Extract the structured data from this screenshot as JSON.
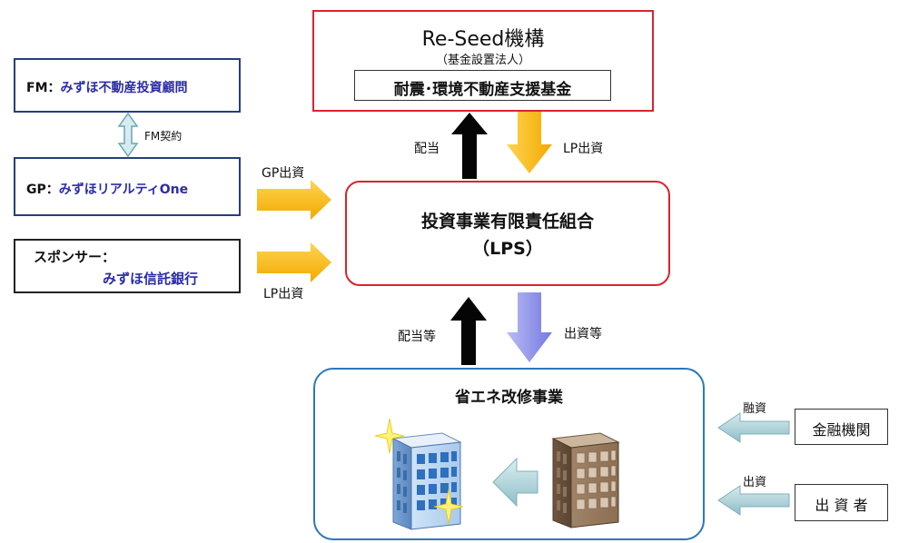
{
  "colors": {
    "red_border": "#d9242b",
    "navy_border": "#283d7a",
    "blue_border": "#2d77b8",
    "dark_border": "#222222",
    "company_text": "#2b2ca8",
    "orange_arrow": "#f7b500",
    "purple_arrow": "#8488e6",
    "teal_arrow": "#9bc7cf"
  },
  "reseed": {
    "title": "Re-Seed機構",
    "subtitle": "（基金設置法人）",
    "fund": "耐震･環境不動産支援基金"
  },
  "fm": {
    "prefix": "FM：",
    "name": "みずほ不動産投資顧問"
  },
  "fm_contract": "FM契約",
  "gp": {
    "prefix": "GP：",
    "name": "みずほリアルティOne"
  },
  "sponsor": {
    "label": "スポンサー：",
    "name": "みずほ信託銀行"
  },
  "lps": {
    "line1": "投資事業有限責任組合",
    "line2": "（LPS）"
  },
  "arrows": {
    "gp_investment": "GP出資",
    "lp_investment_sponsor": "LP出資",
    "dividend_top": "配当",
    "lp_investment_top": "LP出資",
    "dividend_etc": "配当等",
    "investment_etc": "出資等",
    "loan": "融資",
    "equity": "出資"
  },
  "project": {
    "title": "省エネ改修事業"
  },
  "financial_institution": "金融機関",
  "investor": "出 資 者",
  "icons": {
    "new_building": "renovated-building-icon",
    "old_building": "old-building-icon",
    "sparkle": "sparkle-icon"
  }
}
